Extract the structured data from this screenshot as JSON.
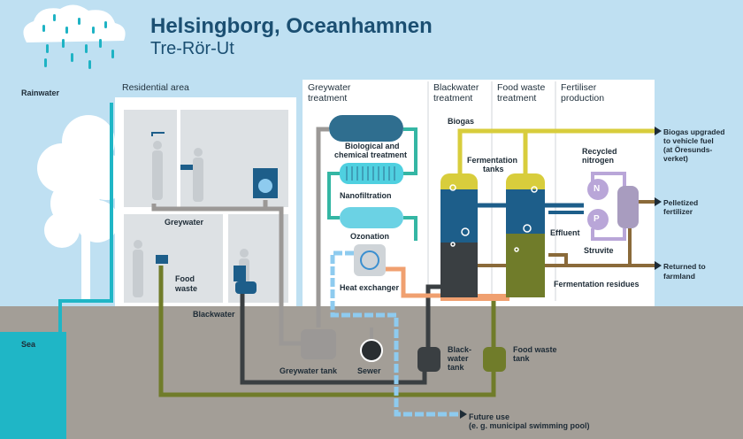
{
  "header": {
    "title": "Helsingborg, Oceanhamnen",
    "subtitle": "Tre-Rör-Ut"
  },
  "labels": {
    "rainwater": "Rainwater",
    "sea": "Sea",
    "residential_area": "Residential area",
    "greywater_treatment_1": "Greywater",
    "greywater_treatment_2": "treatment",
    "blackwater_treatment_1": "Blackwater",
    "blackwater_treatment_2": "treatment",
    "food_waste_treatment_1": "Food waste",
    "food_waste_treatment_2": "treatment",
    "fertiliser_production_1": "Fertiliser",
    "fertiliser_production_2": "production",
    "greywater": "Greywater",
    "food_waste_1": "Food",
    "food_waste_2": "waste",
    "blackwater": "Blackwater",
    "bio_chem_1": "Biological and",
    "bio_chem_2": "chemical treatment",
    "nanofiltration": "Nanofiltration",
    "ozonation": "Ozonation",
    "heat_exchanger": "Heat exchanger",
    "biogas": "Biogas",
    "fermentation_tanks_1": "Fermentation",
    "fermentation_tanks_2": "tanks",
    "recycled_nitrogen_1": "Recycled",
    "recycled_nitrogen_2": "nitrogen",
    "effluent": "Effluent",
    "struvite": "Struvite",
    "fermentation_residues": "Fermentation residues",
    "biogas_upgraded_1": "Biogas upgraded",
    "biogas_upgraded_2": "to vehicle fuel",
    "biogas_upgraded_3": "(at Öresunds-",
    "biogas_upgraded_4": "verket)",
    "pelletized_1": "Pelletized",
    "pelletized_2": "fertilizer",
    "returned_1": "Returned to",
    "returned_2": "farmland",
    "greywater_tank": "Greywater tank",
    "sewer": "Sewer",
    "blackwater_tank_1": "Black-",
    "blackwater_tank_2": "water",
    "blackwater_tank_3": "tank",
    "food_waste_tank_1": "Food waste",
    "food_waste_tank_2": "tank",
    "future_use_1": "Future use",
    "future_use_2": "(e. g. municipal swimming pool)",
    "n_letter": "N",
    "p_letter": "P"
  },
  "colors": {
    "sky": "#bfe0f2",
    "ground": "#a39e97",
    "sea": "#20b8c8",
    "greywater_pipe": "#9b9896",
    "blackwater_pipe": "#3a3f42",
    "foodwaste_pipe": "#707c2a",
    "clean_pipe": "#8ecbef",
    "biogas_pipe": "#d8cd3c",
    "treatment_pipe": "#34b6a4",
    "effluent_pipe": "#1d5e8a",
    "residue_pipe": "#8a6a3a",
    "heat_pipe": "#f0a070",
    "nitrogen_pipe": "#b9a6d8"
  }
}
